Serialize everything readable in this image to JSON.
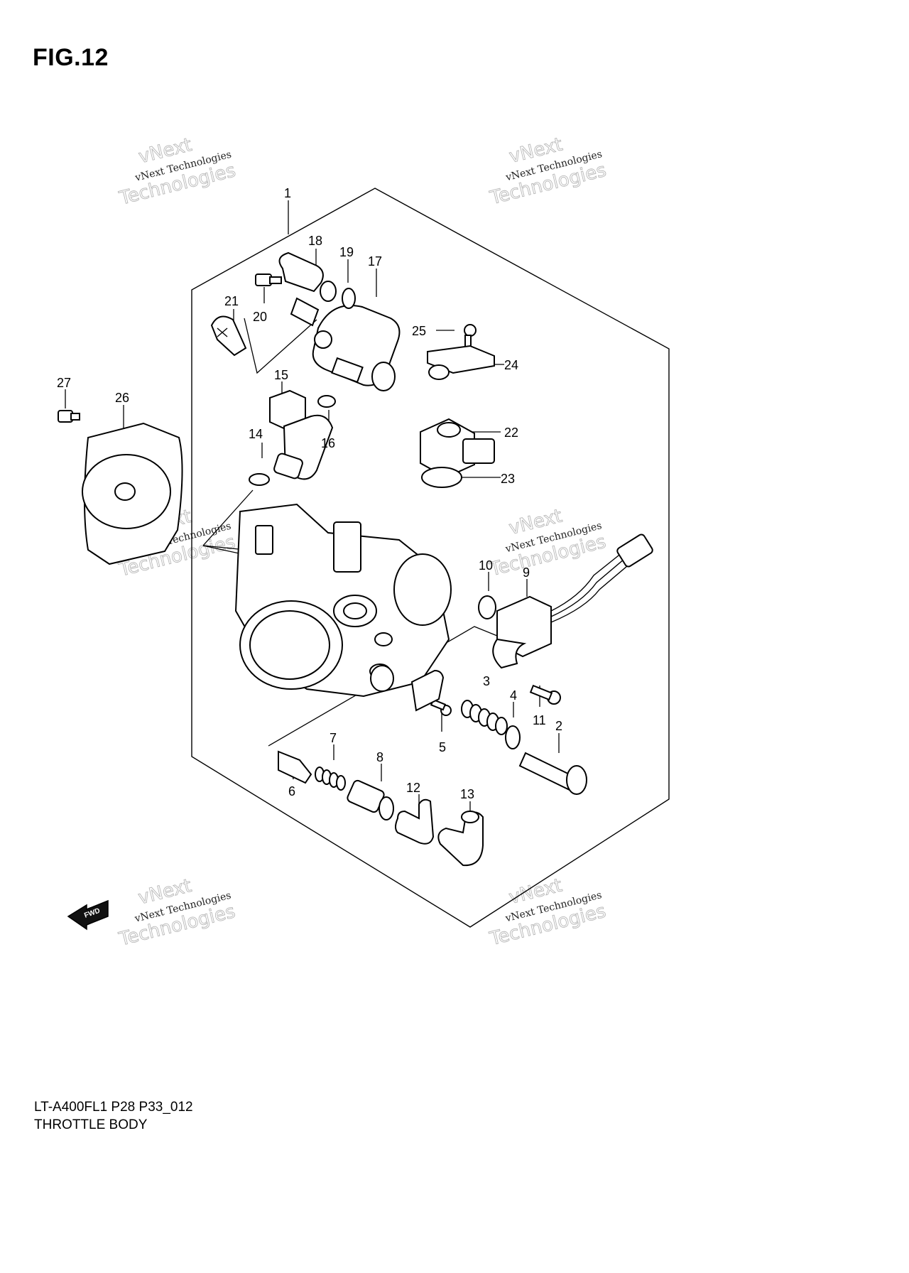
{
  "figure": {
    "title": "FIG.12",
    "model_code": "LT-A400FL1  P28  P33_012",
    "caption": "THROTTLE BODY"
  },
  "watermark": {
    "line1": "vNext",
    "line2": "vNext Technologies",
    "line3": "Technologies"
  },
  "fwd_label": "FWD",
  "callouts": [
    "1",
    "2",
    "3",
    "4",
    "5",
    "6",
    "7",
    "8",
    "9",
    "10",
    "11",
    "12",
    "13",
    "14",
    "15",
    "16",
    "17",
    "18",
    "19",
    "20",
    "21",
    "22",
    "23",
    "24",
    "25",
    "26",
    "27"
  ]
}
